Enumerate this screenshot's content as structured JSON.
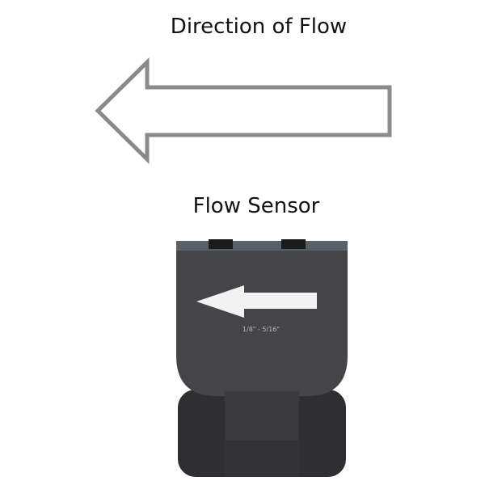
{
  "diagram": {
    "title": "Direction of Flow",
    "sensor_label": "Flow Sensor",
    "sensor_marking": "1/8\" - 5/16\"",
    "colors": {
      "arrow_outline": "#8a8a8a",
      "sensor_body": "#3c3c3e",
      "sensor_arrow": "#f2f2f2"
    }
  }
}
